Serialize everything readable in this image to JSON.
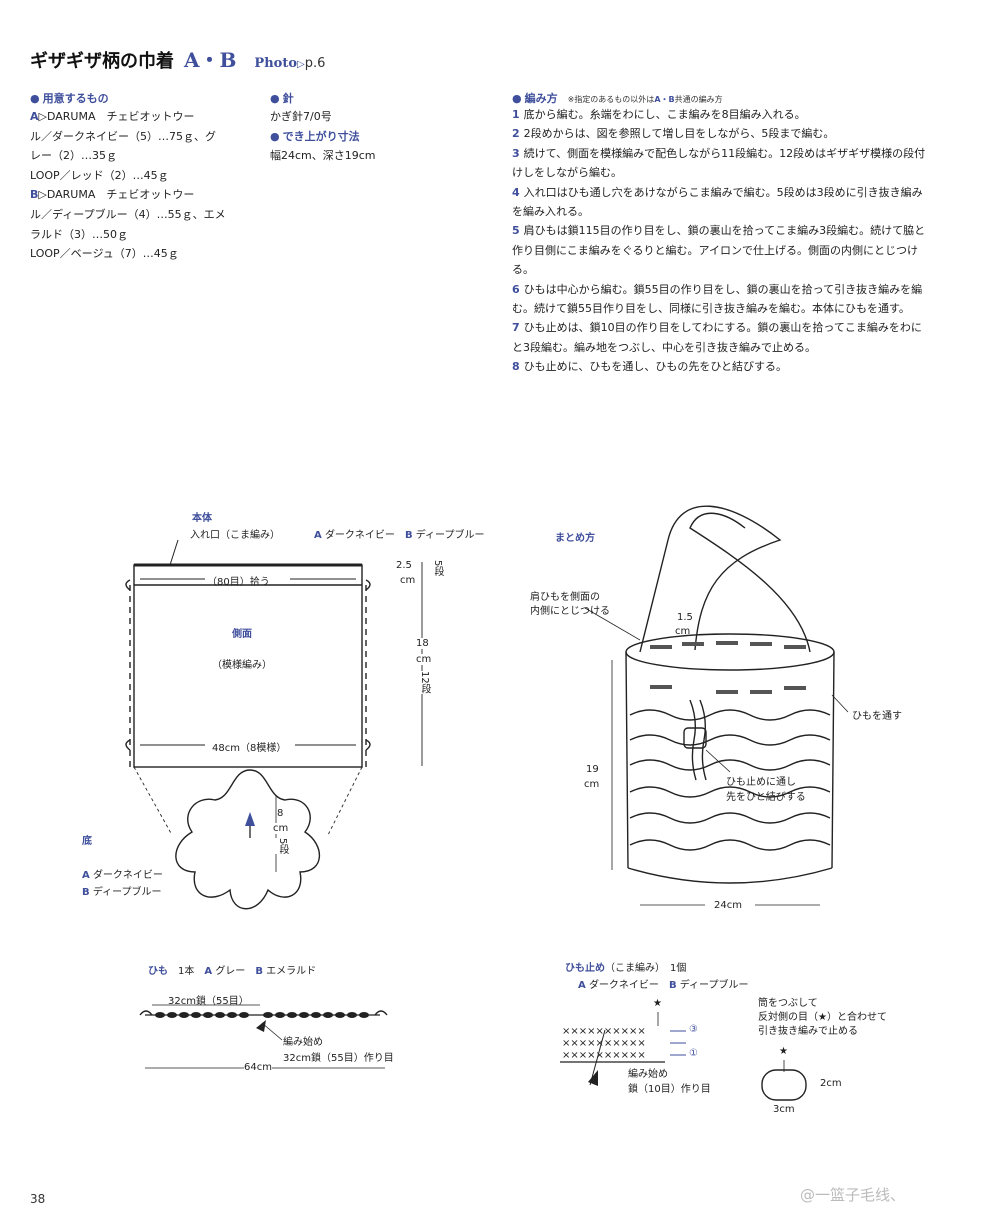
{
  "header": {
    "title": "ギザギザ柄の巾着",
    "variants": "A・B",
    "photo_label": "Photo",
    "photo_arrow": "▷",
    "photo_page": "p.6"
  },
  "materials": {
    "heading": "用意するもの",
    "a_label": "A",
    "a_lines": [
      "▷DARUMA　チェビオットウー",
      "ル／ダークネイビー（5）…75ｇ、グ",
      "レー（2）…35ｇ",
      "LOOP／レッド（2）…45ｇ"
    ],
    "b_label": "B",
    "b_lines": [
      "▷DARUMA　チェビオットウー",
      "ル／ディープブルー（4）…55ｇ、エメ",
      "ラルド（3）…50ｇ",
      "LOOP／ベージュ（7）…45ｇ"
    ]
  },
  "needle": {
    "heading": "針",
    "text": "かぎ針7/0号"
  },
  "finished": {
    "heading": "でき上がり寸法",
    "text": "幅24cm、深さ19cm"
  },
  "method": {
    "heading": "編み方",
    "note_prefix": "※指定のあるもの以外は",
    "note_ab": "A・B",
    "note_suffix": "共通の編み方",
    "steps": [
      {
        "num": "1",
        "text": "底から編む。糸端をわにし、こま編みを8目編み入れる。"
      },
      {
        "num": "2",
        "text": "2段めからは、図を参照して増し目をしながら、5段まで編む。"
      },
      {
        "num": "3",
        "text": "続けて、側面を模様編みで配色しながら11段編む。12段めはギザギザ模様の段付けしをしながら編む。"
      },
      {
        "num": "4",
        "text": "入れ口はひも通し穴をあけながらこま編みで編む。5段めは3段めに引き抜き編みを編み入れる。"
      },
      {
        "num": "5",
        "text": "肩ひもは鎖115目の作り目をし、鎖の裏山を拾ってこま編み3段編む。続けて脇と作り目側にこま編みをぐるりと編む。アイロンで仕上げる。側面の内側にとじつける。"
      },
      {
        "num": "6",
        "text": "ひもは中心から編む。鎖55目の作り目をし、鎖の裏山を拾って引き抜き編みを編む。続けて鎖55目作り目をし、同様に引き抜き編みを編む。本体にひもを通す。"
      },
      {
        "num": "7",
        "text": "ひも止めは、鎖10目の作り目をしてわにする。鎖の裏山を拾ってこま編みをわにと3段編む。編み地をつぶし、中心を引き抜き編みで止める。"
      },
      {
        "num": "8",
        "text": "ひも止めに、ひもを通し、ひもの先をひと結びする。"
      }
    ]
  },
  "body_diagram": {
    "title": "本体",
    "opening": "入れ口（こま編み）",
    "color_a_label": "A",
    "color_a": "ダークネイビー",
    "color_b_label": "B",
    "color_b": "ディープブルー",
    "pickup": "（80目）拾う",
    "side_label": "側面",
    "pattern_label": "（模様編み）",
    "width_label": "48cm（8模様）",
    "dim_top_cm": "2.5",
    "dim_top_unit": "cm",
    "dim_top_rows": "5段",
    "dim_side_cm": "18",
    "dim_side_unit": "cm",
    "dim_side_rows": "12段",
    "base_title": "底",
    "base_a_label": "A",
    "base_a": "ダークネイビー",
    "base_b_label": "B",
    "base_b": "ディープブルー",
    "base_radius_cm": "8",
    "base_radius_unit": "cm",
    "base_rows": "5段"
  },
  "assembly": {
    "title": "まとめ方",
    "strap_note_1": "肩ひもを側面の",
    "strap_note_2": "内側にとじつける",
    "strap_width_value": "1.5",
    "strap_width_unit": "cm",
    "thread_note": "ひもを通す",
    "stopper_note_1": "ひも止めに通し",
    "stopper_note_2": "先をひと結びする",
    "height_value": "19",
    "height_unit": "cm",
    "width": "24cm"
  },
  "cord": {
    "title": "ひも",
    "count": "1本",
    "a_label": "A",
    "a_color": "グレー",
    "b_label": "B",
    "b_color": "エメラルド",
    "top_len": "32cm鎖（55目）",
    "start_label": "編み始め",
    "start_chain": "32cm鎖（55目）作り目",
    "total": "64cm"
  },
  "stopper": {
    "title": "ひも止め",
    "technique": "（こま編み）",
    "count": "1個",
    "a_label": "A",
    "a_color": "ダークネイビー",
    "b_label": "B",
    "b_color": "ディープブルー",
    "row3": "③",
    "row1": "①",
    "start_label": "編み始め",
    "start_chain": "鎖（10目）作り目",
    "note_1": "筒をつぶして",
    "note_2": "反対側の目（★）と合わせて",
    "note_3": "引き抜き編みで止める",
    "star": "★",
    "height": "2cm",
    "width": "3cm"
  },
  "footer": {
    "page_number": "38",
    "watermark": "@一篮子毛线、"
  }
}
